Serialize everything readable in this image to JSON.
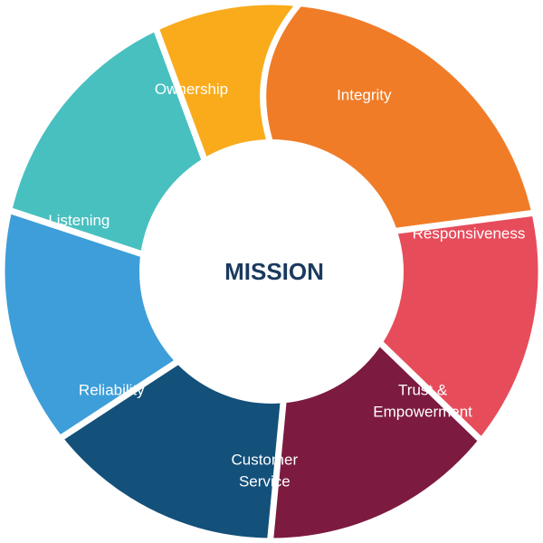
{
  "diagram": {
    "center": {
      "title": "MISSION",
      "color": "#1a3a5e"
    },
    "segments": [
      {
        "id": "integrity",
        "lines": [
          "Integrity"
        ],
        "color": "#f07c28"
      },
      {
        "id": "responsiveness",
        "lines": [
          "Responsiveness"
        ],
        "color": "#e74c5b"
      },
      {
        "id": "trust-empowerment",
        "lines": [
          "Trust &",
          "Empowerment"
        ],
        "color": "#7c1a40"
      },
      {
        "id": "customer-service",
        "lines": [
          "Customer",
          "Service"
        ],
        "color": "#13507a"
      },
      {
        "id": "reliability",
        "lines": [
          "Reliability"
        ],
        "color": "#3d9ed9"
      },
      {
        "id": "listening",
        "lines": [
          "Listening"
        ],
        "color": "#48c0c0"
      },
      {
        "id": "ownership",
        "lines": [
          "Ownership"
        ],
        "color": "#f9ab1c"
      }
    ]
  }
}
